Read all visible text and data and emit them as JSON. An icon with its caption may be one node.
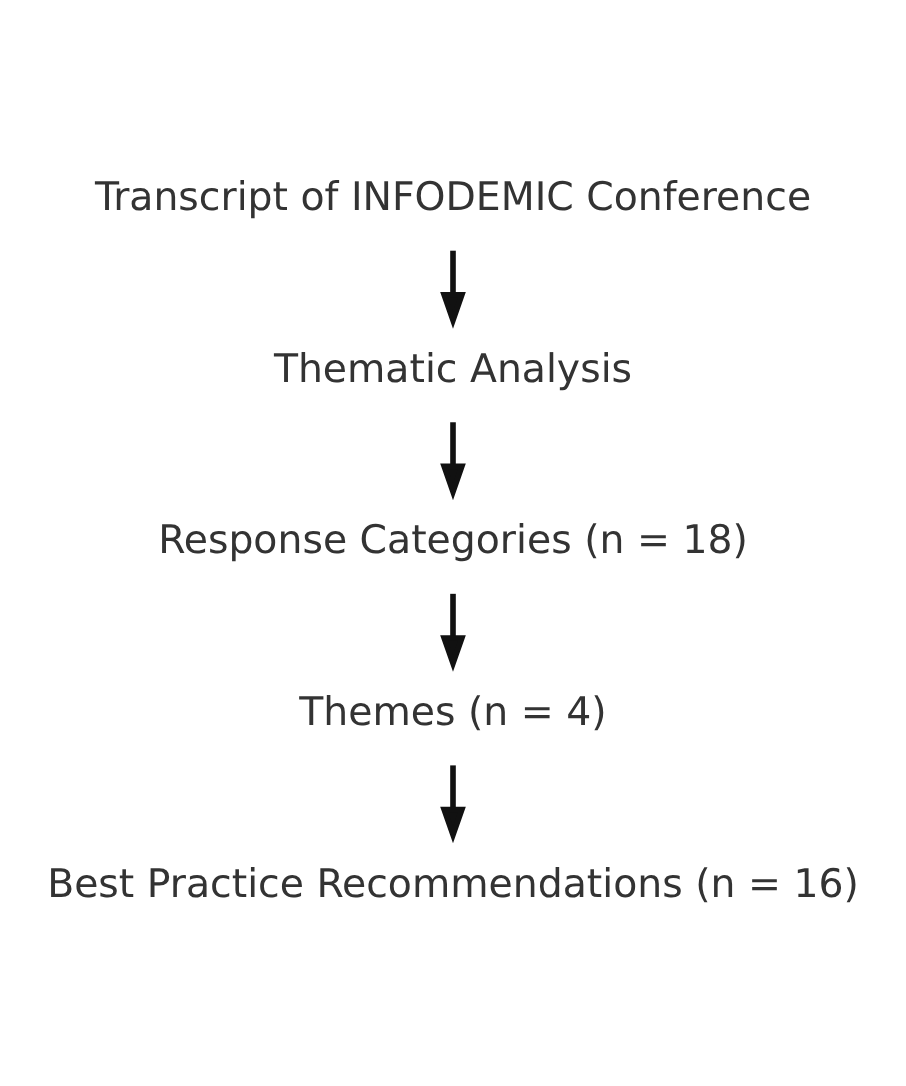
{
  "diagram": {
    "nodes": [
      {
        "text": [
          "Transcript of INFODEMIC Conference"
        ]
      },
      {
        "text": [
          "Thematic Analysis"
        ]
      },
      {
        "text": [
          "Response Categories (n = 18)"
        ]
      },
      {
        "text": [
          "Themes (n = 4)"
        ]
      },
      {
        "text": [
          "Best Practice Recommendations (n = 16)"
        ]
      }
    ],
    "edges": [
      {
        "from": 0,
        "to": 1,
        "arrow": "to"
      },
      {
        "from": 1,
        "to": 2,
        "arrow": "to"
      },
      {
        "from": 2,
        "to": 3,
        "arrow": "to"
      },
      {
        "from": 3,
        "to": 4,
        "arrow": "to"
      }
    ]
  }
}
